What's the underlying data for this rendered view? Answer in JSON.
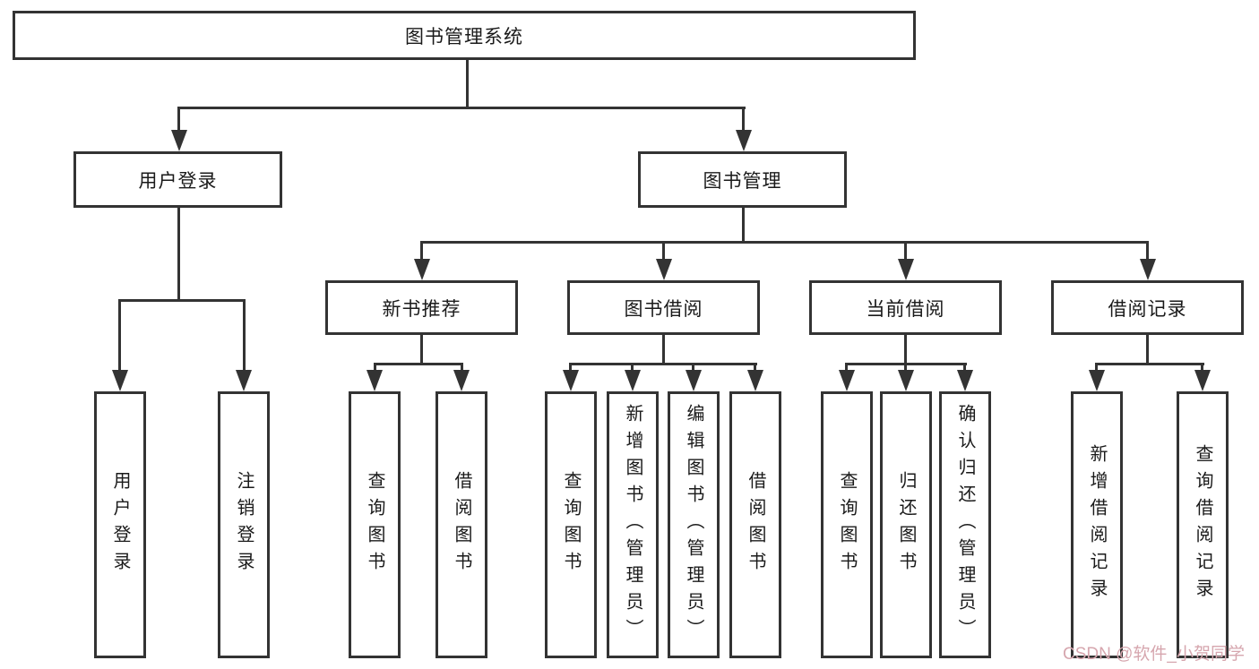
{
  "tree": {
    "root": "图书管理系统",
    "branches": [
      {
        "label": "用户登录",
        "children": [
          "用户登录",
          "注销登录"
        ]
      },
      {
        "label": "图书管理",
        "groups": [
          {
            "label": "新书推荐",
            "children": [
              "查询图书",
              "借阅图书"
            ]
          },
          {
            "label": "图书借阅",
            "children": [
              "查询图书",
              "新增图书（管理员）",
              "编辑图书（管理员）",
              "借阅图书"
            ]
          },
          {
            "label": "当前借阅",
            "children": [
              "查询图书",
              "归还图书",
              "确认归还（管理员）"
            ]
          },
          {
            "label": "借阅记录",
            "children": [
              "新增借阅记录",
              "查询借阅记录"
            ]
          }
        ]
      }
    ]
  },
  "watermark": {
    "text": "CSDN @软件_小贺同学"
  },
  "colors": {
    "line": "#333333",
    "box_background": "#ffffff",
    "watermark": "#d6a6ae"
  }
}
